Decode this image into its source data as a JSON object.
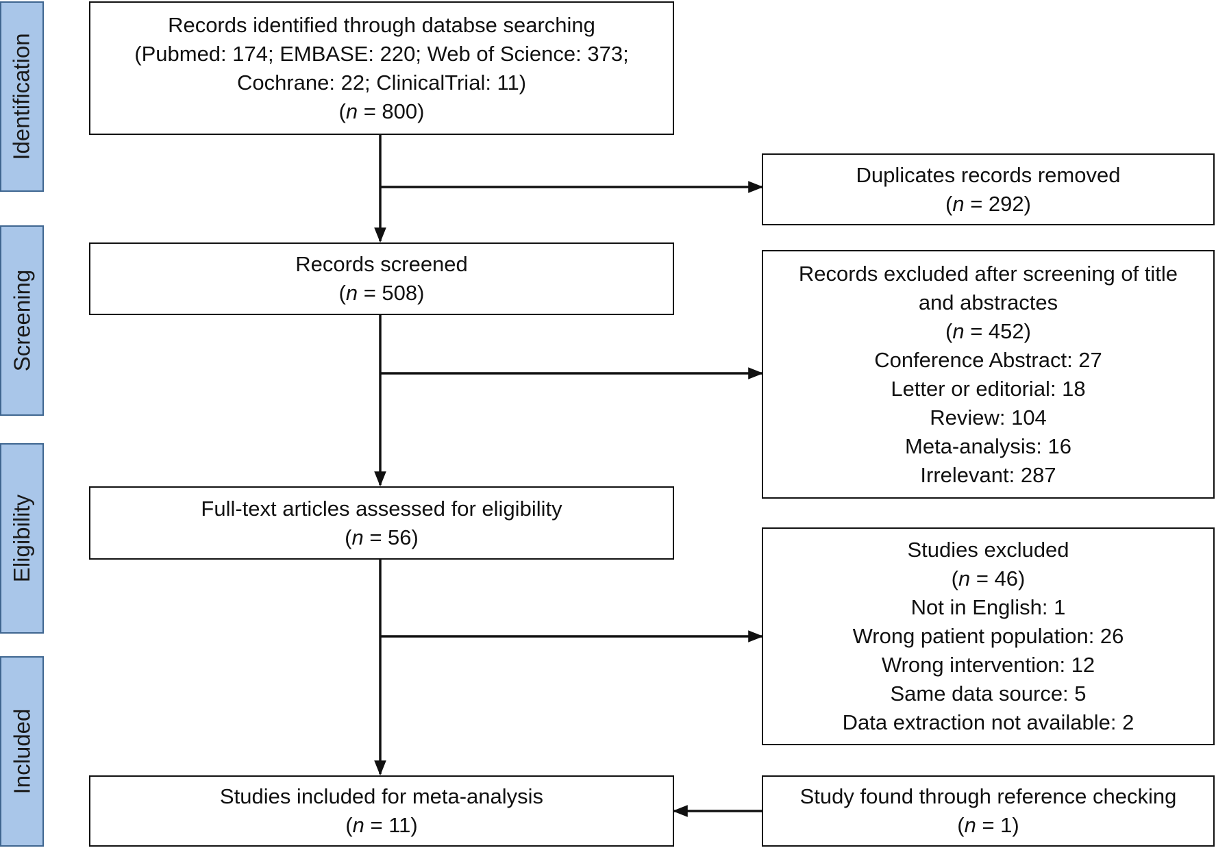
{
  "stages": {
    "identification": "Identification",
    "screening": "Screening",
    "eligibility": "Eligibility",
    "included": "Included"
  },
  "boxes": {
    "identified": {
      "lines": [
        "Records identified through databse searching",
        "(Pubmed: 174; EMBASE: 220; Web of Science: 373;",
        "Cochrane: 22; ClinicalTrial: 11)"
      ],
      "n_pre": "(",
      "n_var": "n",
      "n_post": " = 800)"
    },
    "duplicates": {
      "lines": [
        "Duplicates records removed"
      ],
      "n_pre": "(",
      "n_var": "n",
      "n_post": " = 292)"
    },
    "screened": {
      "lines": [
        "Records screened"
      ],
      "n_pre": "(",
      "n_var": "n",
      "n_post": " = 508)"
    },
    "excluded_screening": {
      "lines_before": [
        "Records excluded after screening of title",
        "and abstractes"
      ],
      "n_pre": "(",
      "n_var": "n",
      "n_post": " = 452)",
      "lines_after": [
        "Conference Abstract: 27",
        "Letter or editorial: 18",
        "Review: 104",
        "Meta-analysis: 16",
        "Irrelevant: 287"
      ]
    },
    "fulltext": {
      "lines": [
        "Full-text articles assessed for eligibility"
      ],
      "n_pre": "(",
      "n_var": "n",
      "n_post": " = 56)"
    },
    "studies_excluded": {
      "lines_before": [
        "Studies excluded"
      ],
      "n_pre": "(",
      "n_var": "n",
      "n_post": " = 46)",
      "lines_after": [
        "Not in English: 1",
        "Wrong patient population: 26",
        "Wrong intervention: 12",
        "Same data source: 5",
        "Data extraction not available: 2"
      ]
    },
    "included": {
      "lines": [
        "Studies included for meta-analysis"
      ],
      "n_pre": "(",
      "n_var": "n",
      "n_post": " = 11)"
    },
    "reference": {
      "lines": [
        "Study found through reference checking"
      ],
      "n_pre": "(",
      "n_var": "n",
      "n_post": " = 1)"
    }
  }
}
